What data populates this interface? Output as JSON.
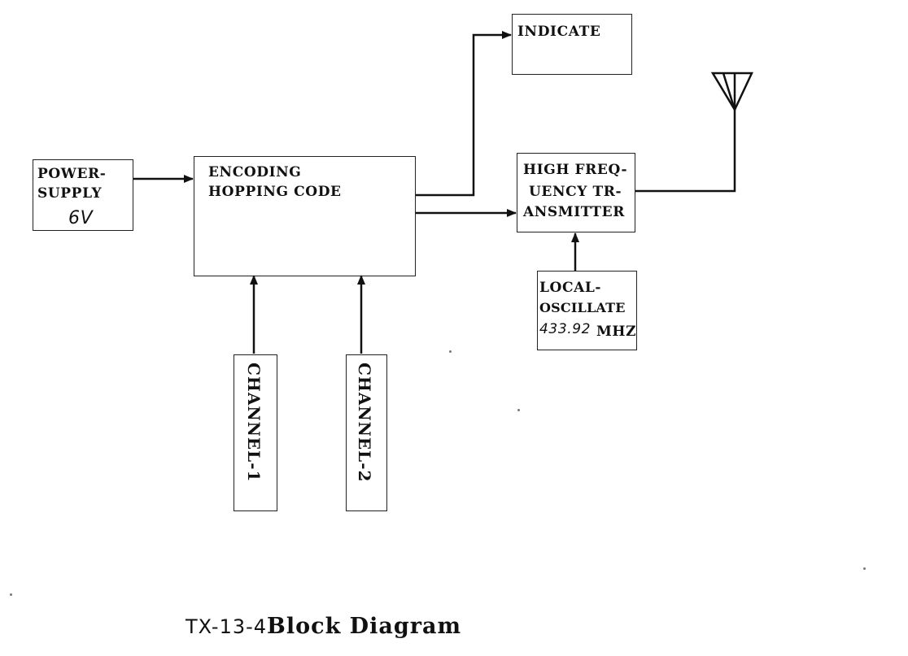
{
  "diagram": {
    "caption_code": "TX-13-4",
    "caption_text": "Block Diagram",
    "line_color": "#111111",
    "blocks": {
      "power_supply": {
        "line1": "POWER-",
        "line2": "SUPPLY",
        "voltage": "6V"
      },
      "encoder": {
        "line1": "ENCODING",
        "line2": "HOPPING CODE"
      },
      "indicate": {
        "label": "INDICATE"
      },
      "transmitter": {
        "line1": "HIGH FREQ-",
        "line2": "UENCY TR-",
        "line3": "ANSMITTER"
      },
      "local_oscillator": {
        "line1": "LOCAL-",
        "line2": "OSCILLATE",
        "frequency": "433.92",
        "unit": "MHZ"
      },
      "channel_1": {
        "label": "CHANNEL-1"
      },
      "channel_2": {
        "label": "CHANNEL-2"
      }
    },
    "antenna": {
      "icon": "antenna-icon"
    }
  }
}
